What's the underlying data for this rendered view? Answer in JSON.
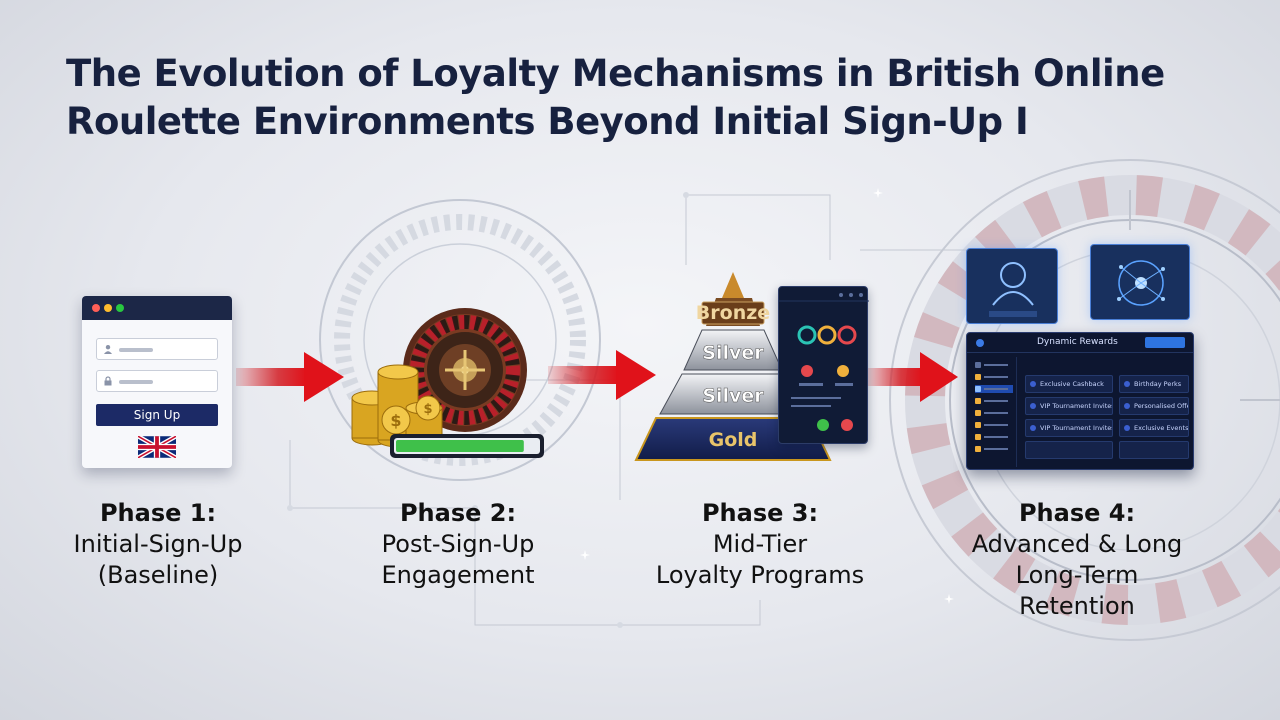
{
  "title": {
    "line1": "The Evolution of Loyalty Mechanisms in British Online",
    "line2": "Roulette Environments Beyond Initial Sign-Up I"
  },
  "phase1": {
    "heading": "Phase 1:",
    "line1": "Initial-Sign-Up",
    "line2": "(Baseline)",
    "signup_label": "Sign Up"
  },
  "phase2": {
    "heading": "Phase 2:",
    "line1": "Post-Sign-Up",
    "line2": "Engagement"
  },
  "phase3": {
    "heading": "Phase 3:",
    "line1": "Mid-Tier",
    "line2": "Loyalty Programs",
    "tiers": [
      "Bronze",
      "Silver",
      "Silver",
      "Gold"
    ]
  },
  "phase4": {
    "heading": "Phase 4:",
    "line1": "Advanced & Long",
    "line2": "Long-Term",
    "line3": "Retention",
    "dashboard_title": "Dynamic Rewards",
    "cells": [
      "Exclusive Cashback",
      "VIP Tournament Invites",
      "VIP Tournament Invites",
      "Birthday Perks",
      "Personalised Offers",
      "Exclusive Events"
    ]
  },
  "progress_fraction": 0.9,
  "colors": {
    "title": "#17213f",
    "arrow": "#d31c23",
    "navy": "#1c2a66",
    "gold": "#c9961d"
  }
}
